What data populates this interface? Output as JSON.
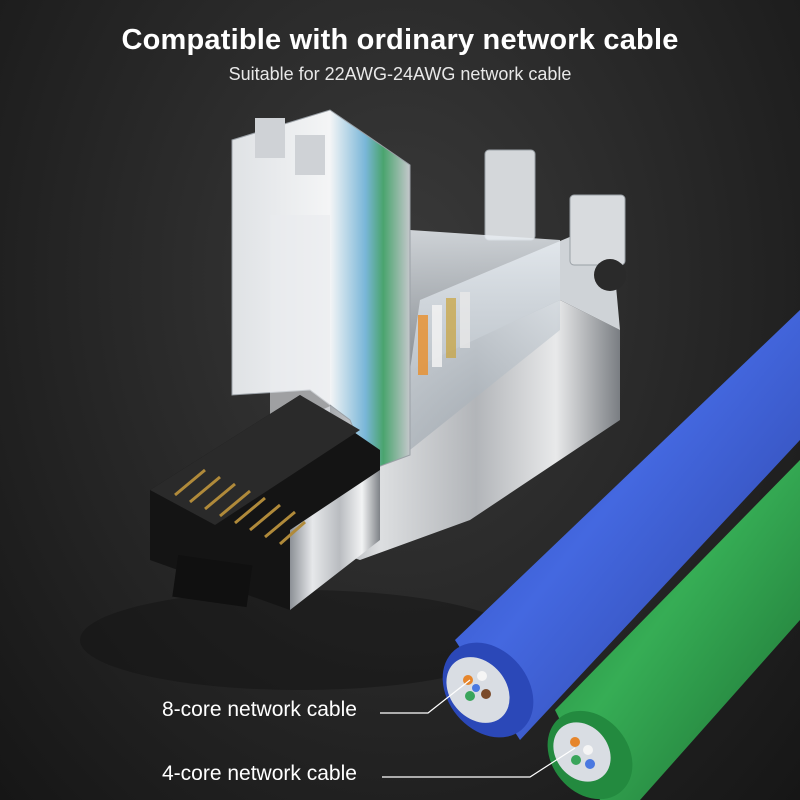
{
  "headline": "Compatible with ordinary network cable",
  "subheadline": "Suitable for 22AWG-24AWG network cable",
  "callouts": {
    "eight_core": "8-core network cable",
    "four_core": "4-core network cable"
  },
  "colors": {
    "blue_cable": "#3b5ed6",
    "green_cable": "#2f9a4a",
    "metal": "#c9ccd0",
    "background": "#2a2a2a"
  }
}
